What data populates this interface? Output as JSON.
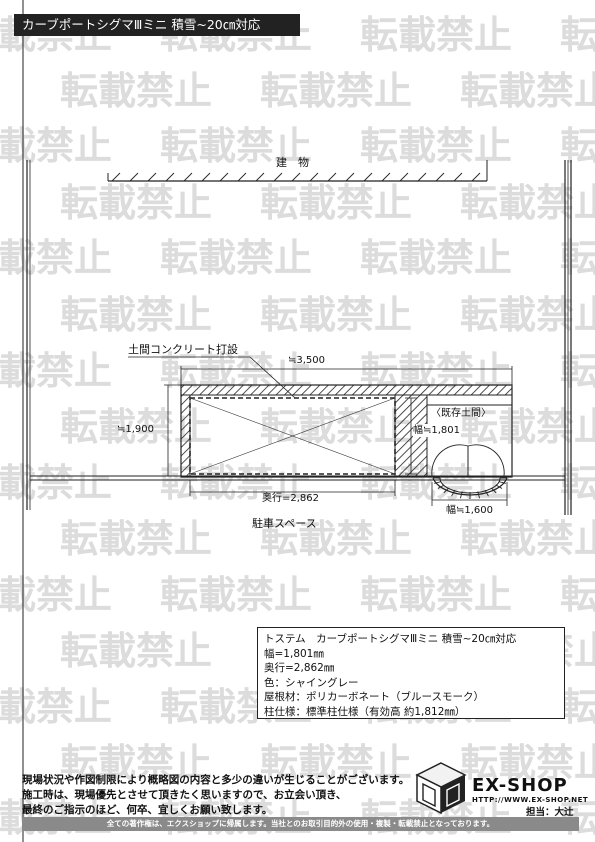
{
  "header": {
    "title": "カーブポートシグマⅢミニ 積雪~20㎝対応"
  },
  "watermark": {
    "text": "転載禁止",
    "color": "#dcdcdc"
  },
  "drawing": {
    "building_label": "建　物",
    "concrete_label": "土間コンクリート打設",
    "width_label": "≒3,500",
    "height_label": "≒1,900",
    "existing_label": "〈既存土間〉",
    "frontage_label": "幅≒1,801",
    "depth_label": "奥行=2,862",
    "door_width_label": "幅≒1,600",
    "parking_label": "駐車スペース"
  },
  "spec": {
    "lines": [
      "トステム　カーブポートシグマⅢミニ 積雪~20㎝対応",
      "幅=1,801㎜",
      "奥行=2,862㎜",
      "色：シャイングレー",
      "屋根材：ポリカーボネート（ブルースモーク）",
      "柱仕様：標準柱仕様（有効高 約1,812㎜）"
    ]
  },
  "notes": {
    "lines": [
      "現場状況や作図制限により概略図の内容と多少の違いが生じることがございます。",
      "施工時は、現場優先とさせて頂きたく思いますので、お立会い頂き、",
      "最終のご指示のほど、何卒、宜しくお願い致します。"
    ]
  },
  "logo": {
    "name": "EX-SHOP",
    "url": "HTTP://WWW.EX-SHOP.NET"
  },
  "staff": {
    "label": "担当：大辻"
  },
  "footer": {
    "text": "全ての著作権は、エクスショップに帰属します。当社とのお取引目的外の使用・複製・転載禁止となっております。"
  }
}
